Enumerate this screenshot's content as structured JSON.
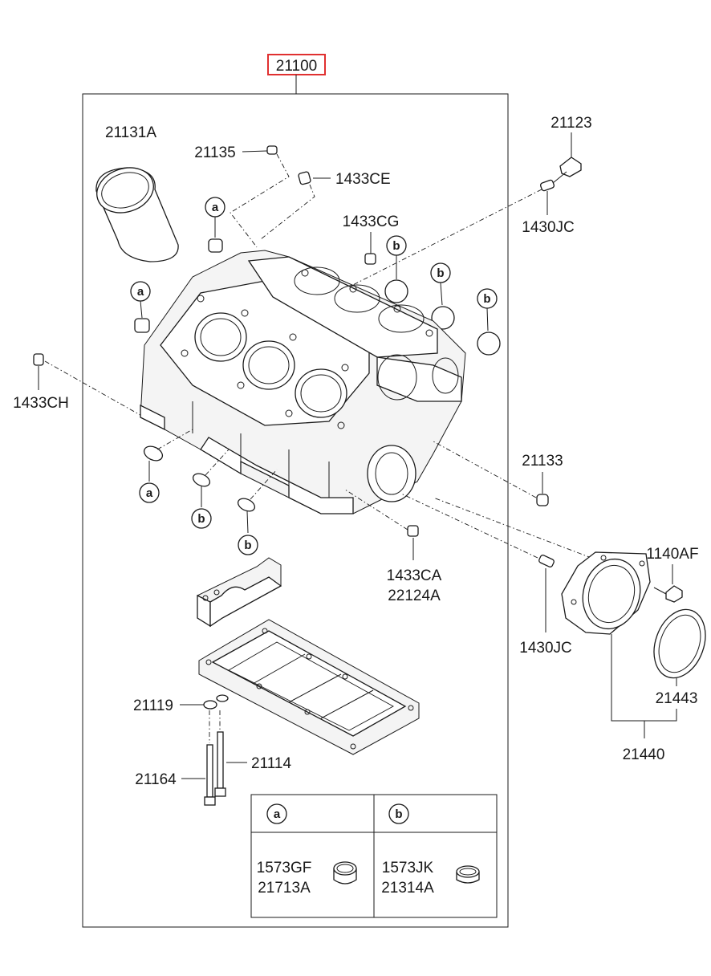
{
  "diagram": {
    "assembly_number": "21100",
    "highlight_color": "#e03030",
    "parts": {
      "p21131A": "21131A",
      "p21135": "21135",
      "p1433CE": "1433CE",
      "p1433CG": "1433CG",
      "p21123": "21123",
      "p1430JC_top": "1430JC",
      "p1433CH": "1433CH",
      "p21133": "21133",
      "p1433CA": "1433CA",
      "p22124A": "22124A",
      "p1140AF": "1140AF",
      "p1430JC_bottom": "1430JC",
      "p21443": "21443",
      "p21440": "21440",
      "p21119": "21119",
      "p21114": "21114",
      "p21164": "21164"
    },
    "callouts": {
      "a": "a",
      "b": "b"
    },
    "legend": {
      "col_a_header": "a",
      "col_b_header": "b",
      "col_a_line1": "1573GF",
      "col_a_line2": "21713A",
      "col_b_line1": "1573JK",
      "col_b_line2": "21314A"
    }
  }
}
